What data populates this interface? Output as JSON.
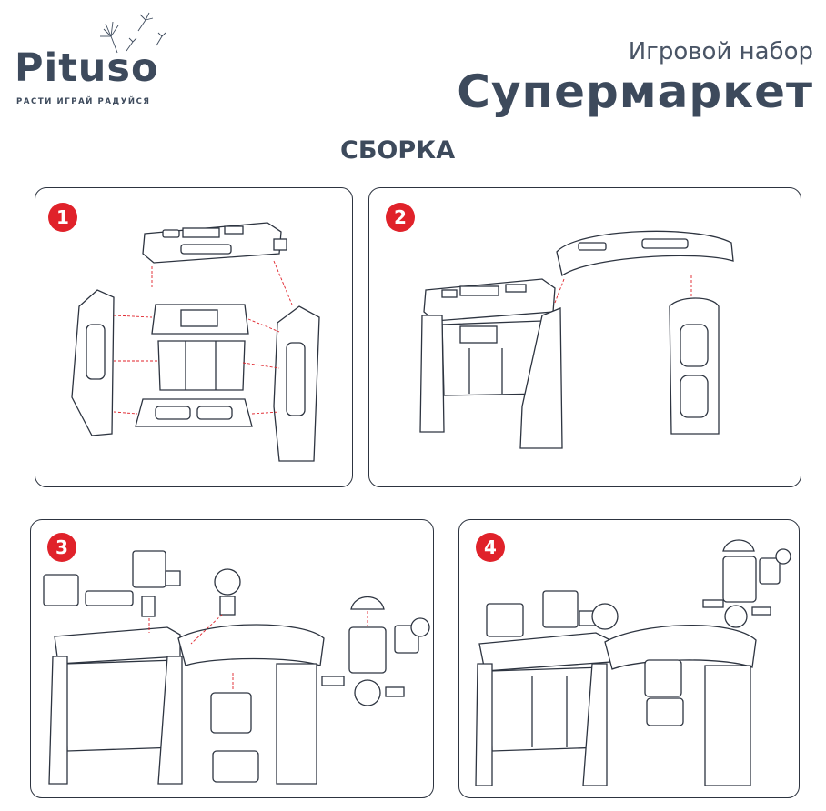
{
  "brand": {
    "name": "Pituso",
    "tagline": "РАСТИ ИГРАЙ РАДУЙСЯ"
  },
  "header": {
    "subtitle": "Игровой набор",
    "title": "Супермаркет"
  },
  "section_heading": "СБОРКА",
  "steps": [
    {
      "number": "1"
    },
    {
      "number": "2"
    },
    {
      "number": "3"
    },
    {
      "number": "4"
    }
  ],
  "colors": {
    "text": "#3d4a5c",
    "badge": "#e0222a",
    "arrow": "#e0222a",
    "line": "#2d3440"
  }
}
